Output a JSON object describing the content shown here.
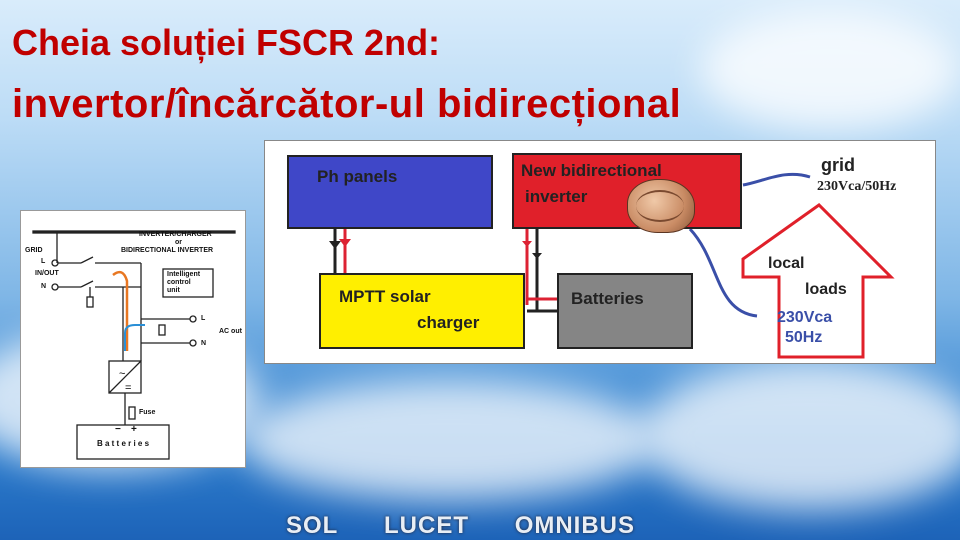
{
  "slide": {
    "title_line1": "Cheia soluției FSCR 2nd:",
    "title_line2": "invertor/încărcător-ul bidirecțional",
    "motto": [
      "SOL",
      "LUCET",
      "OMNIBUS"
    ]
  },
  "schematic": {
    "header_line1": "INVERTER/CHARGER",
    "header_line2": "or",
    "header_line3": "BIDIRECTIONAL INVERTER",
    "grid": "GRID",
    "l": "L",
    "in_out": "IN/OUT",
    "n": "N",
    "unit_line1": "Intelligent",
    "unit_line2": "control",
    "unit_line3": "unit",
    "ac_l": "L",
    "ac_out": "AC out",
    "ac_n": "N",
    "fuse": "Fuse",
    "minus": "−",
    "plus": "+",
    "batteries": "B a t t e r i e s"
  },
  "diagram": {
    "ph_panels": "Ph panels",
    "inverter_line1": "New bidirectional",
    "inverter_line2": "inverter",
    "mppt_line1": "MPTT solar",
    "mppt_line2": "charger",
    "batteries": "Batteries",
    "grid_label": "grid",
    "grid_spec": "230Vca/50Hz",
    "loads_line1": "local",
    "loads_line2": "loads",
    "loads_spec1": "230Vca",
    "loads_spec2": "50Hz"
  },
  "colors": {
    "title": "#c00000",
    "ph_panels": "#3f47c8",
    "inverter": "#e0202a",
    "mppt": "#ffef00",
    "batteries": "#858585",
    "house": "#e0202a",
    "wire_blue": "#3a4fa8"
  }
}
